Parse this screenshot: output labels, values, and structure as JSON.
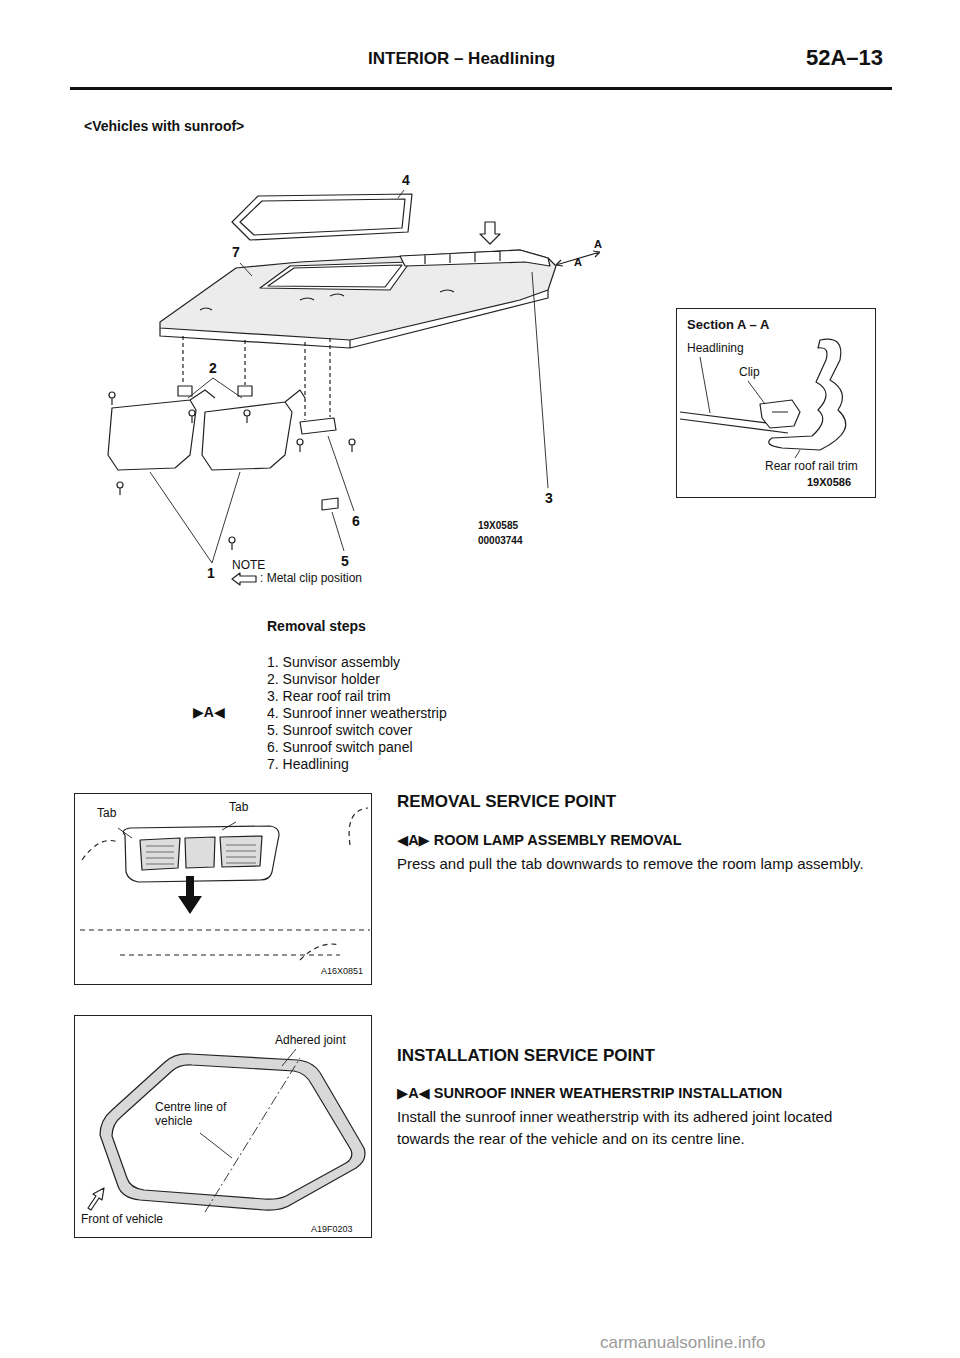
{
  "diagram": {
    "title": "INTERIOR – Headlining",
    "nodes": [
      {
        "text": [
          "Section A – A",
          "Headlining",
          "Clip",
          "Rear roof rail trim",
          "19X0586"
        ]
      },
      {
        "text": [
          "Tab",
          "Tab",
          "A16X0851"
        ]
      },
      {
        "text": [
          "Adhered joint",
          "Centre line of vehicle",
          "Front of vehicle",
          "A19F0203"
        ]
      }
    ],
    "labels": [
      "52A–13",
      "<Vehicles with sunroof>",
      "4",
      "7",
      "A",
      "A",
      "2",
      "3",
      "6",
      "5",
      "1",
      "19X0585",
      "00003744",
      "NOTE",
      ": Metal clip position",
      "Removal steps",
      "1. Sunvisor assembly",
      "2. Sunvisor holder",
      "3. Rear roof rail trim",
      "▶A◀",
      "4. Sunroof inner weatherstrip",
      "5. Sunroof switch cover",
      "6. Sunroof switch panel",
      "7. Headlining",
      "REMOVAL SERVICE POINT",
      "◀A▶ ROOM LAMP ASSEMBLY REMOVAL",
      "Press and pull the tab downwards to remove the room lamp assembly.",
      "INSTALLATION SERVICE POINT",
      "▶A◀ SUNROOF INNER WEATHERSTRIP INSTALLATION",
      "Install the sunroof inner weatherstrip with its adhered joint located towards the rear of the vehicle and on its centre line.",
      "carmanualsonline.info"
    ]
  }
}
